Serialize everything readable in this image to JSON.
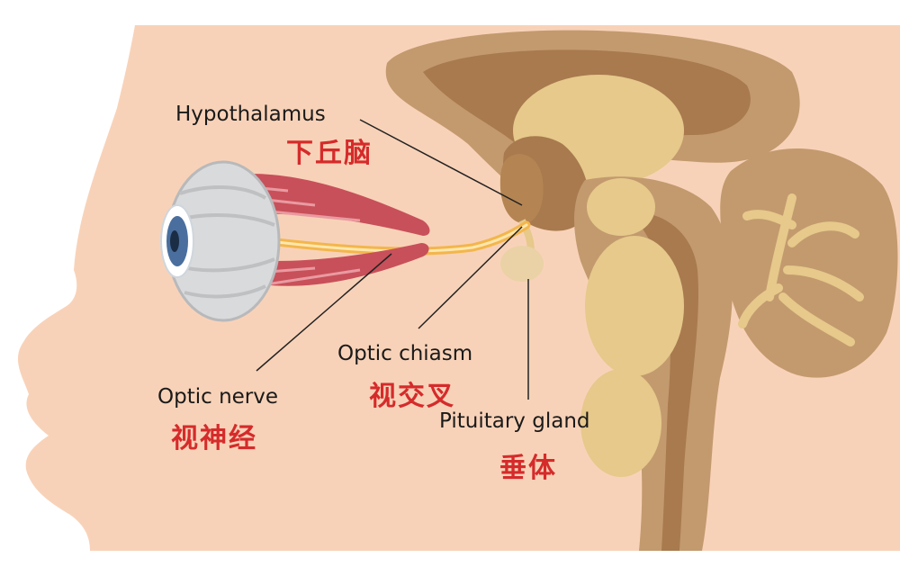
{
  "labels": {
    "hypothalamus": {
      "en": "Hypothalamus",
      "zh": "下丘脑"
    },
    "optic_chiasm": {
      "en": "Optic chiasm",
      "zh": "视交叉"
    },
    "optic_nerve": {
      "en": "Optic nerve",
      "zh": "视神经"
    },
    "pituitary_gland": {
      "en": "Pituitary gland",
      "zh": "垂体"
    }
  },
  "colors": {
    "skin": "#f8d2b8",
    "brain_outer": "#c39a6e",
    "brain_inner": "#a87a4e",
    "brain_light": "#e6c98b",
    "chinese_label": "#d52b2b",
    "muscle": "#c8505a",
    "nerve": "#f3b64c"
  }
}
